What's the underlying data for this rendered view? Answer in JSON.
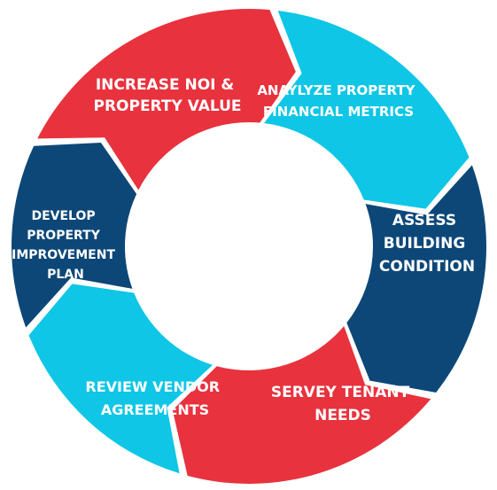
{
  "colors": {
    "red": "#e8323d",
    "cyan": "#0fc6e6",
    "navy": "#0c4778",
    "text": "#ffffff"
  },
  "segments": [
    {
      "id": "increase-noi",
      "color": "red",
      "lines": [
        "INCREASE NOI &",
        "PROPERTY VALUE"
      ]
    },
    {
      "id": "analyze-metrics",
      "color": "cyan",
      "lines": [
        "ANAYLYZE PROPERTY",
        "FINANCIAL METRICS"
      ]
    },
    {
      "id": "assess-building",
      "color": "navy",
      "lines": [
        "ASSESS",
        "BUILDING",
        "CONDITION"
      ]
    },
    {
      "id": "survey-tenant",
      "color": "red",
      "lines": [
        "SERVEY TENANT",
        "NEEDS"
      ]
    },
    {
      "id": "review-vendor",
      "color": "cyan",
      "lines": [
        "REVIEW VENDOR",
        "AGREEMENTS"
      ]
    },
    {
      "id": "develop-plan",
      "color": "navy",
      "lines": [
        "DEVELOP",
        "PROPERTY",
        "IMPROVEMENT",
        "PLAN"
      ]
    }
  ]
}
